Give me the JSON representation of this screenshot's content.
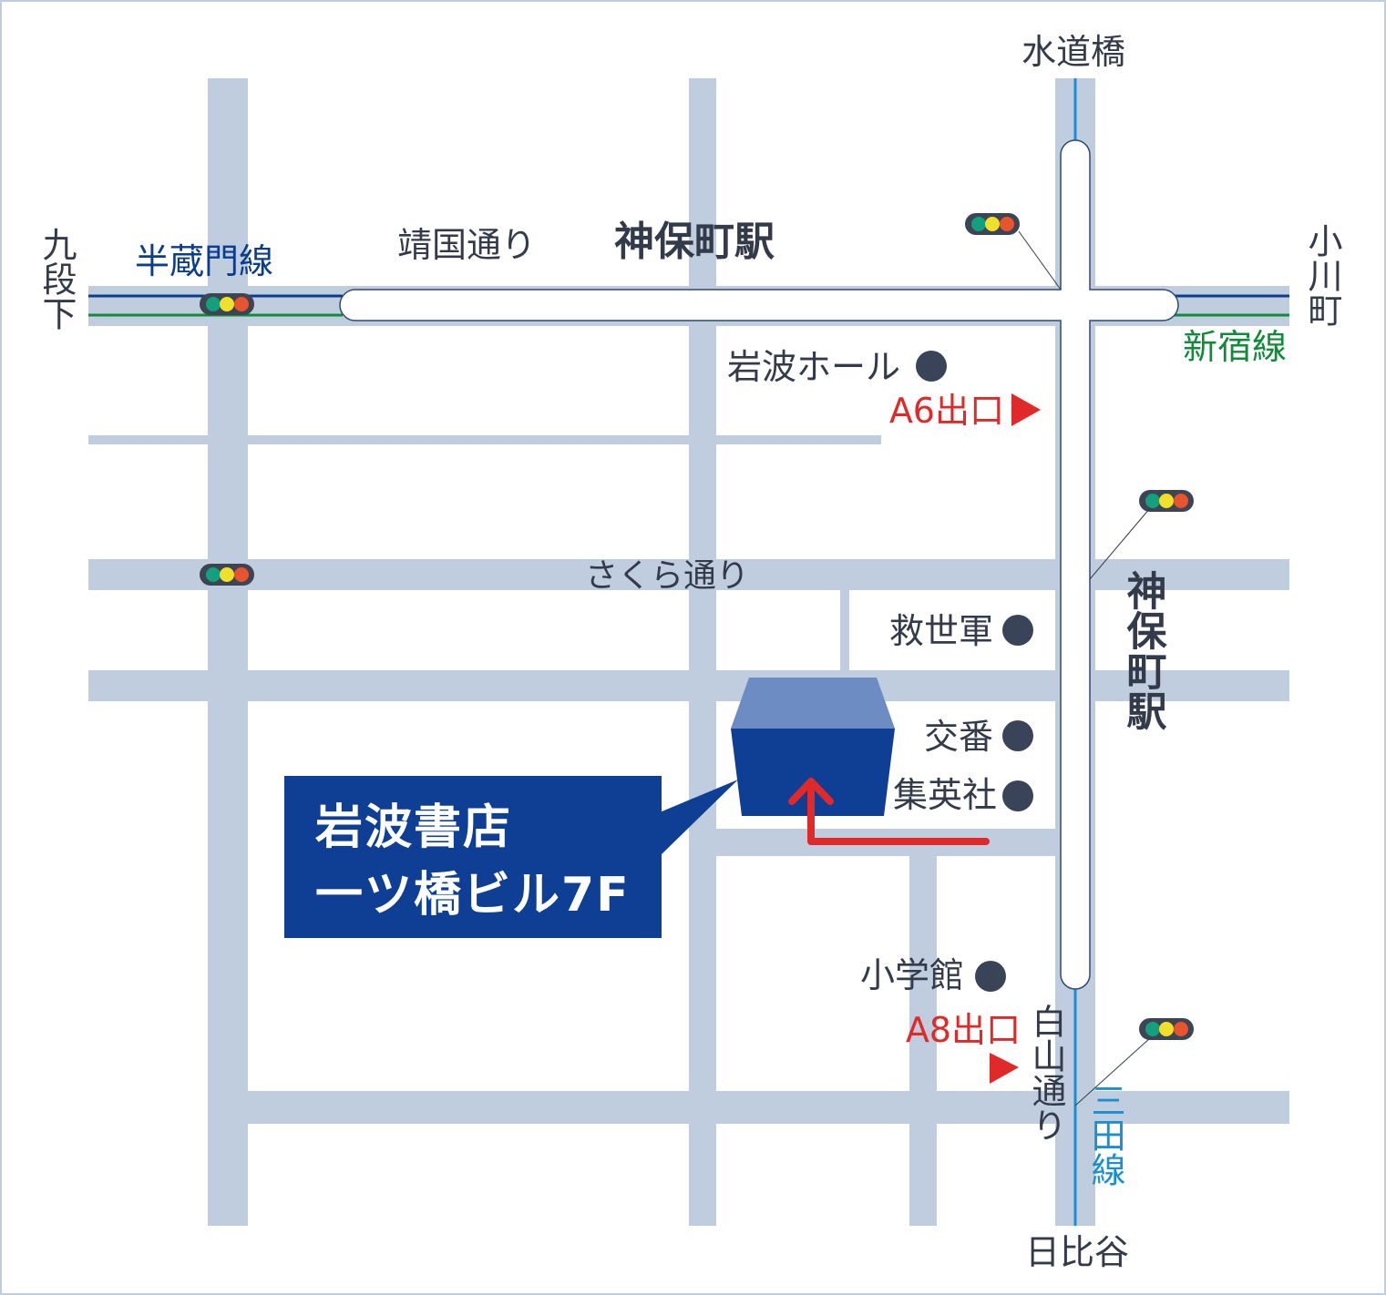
{
  "colors": {
    "road": "#bfcddf",
    "main_road_fill": "#ffffff",
    "main_road_stroke": "#2e4a73",
    "hanzomon_line": "#0c3d8c",
    "shinjuku_line": "#118a3a",
    "mita_line": "#1a8fd1",
    "text": "#333b4a",
    "exit": "#e02a2a",
    "building_front": "#0e3f94",
    "building_top": "#6e8cc4",
    "poi_dot": "#3a4458",
    "signal_body": "#3d4453",
    "signal_green": "#12a07e",
    "signal_yellow": "#f0e02a",
    "signal_red": "#e8542e"
  },
  "labels": {
    "suidobashi": "水道橋",
    "kudanshita": "九段下",
    "ogawamachi": "小川町",
    "hibiya": "日比谷",
    "hanzomon_line": "半蔵門線",
    "shinjuku_line": "新宿線",
    "mita_line": "三田線",
    "yasukuni_dori": "靖国通り",
    "sakura_dori": "さくら通り",
    "hakusan_dori": "白山通り",
    "jimbocho_station": "神保町駅",
    "jimbocho_station_vertical": "神保町駅"
  },
  "pois": {
    "iwanami_hall": "岩波ホール",
    "kyuseigun": "救世軍",
    "koban": "交番",
    "shueisha": "集英社",
    "shogakukan": "小学館"
  },
  "exits": {
    "a6": "A6出口",
    "a8": "A8出口"
  },
  "destination": {
    "line1": "岩波書店",
    "line2": "一ツ橋ビル7F"
  },
  "icons": {
    "traffic_signal": "traffic-light-icon",
    "exit_marker": "triangle-right-icon",
    "route_arrow": "arrow-up-icon"
  }
}
